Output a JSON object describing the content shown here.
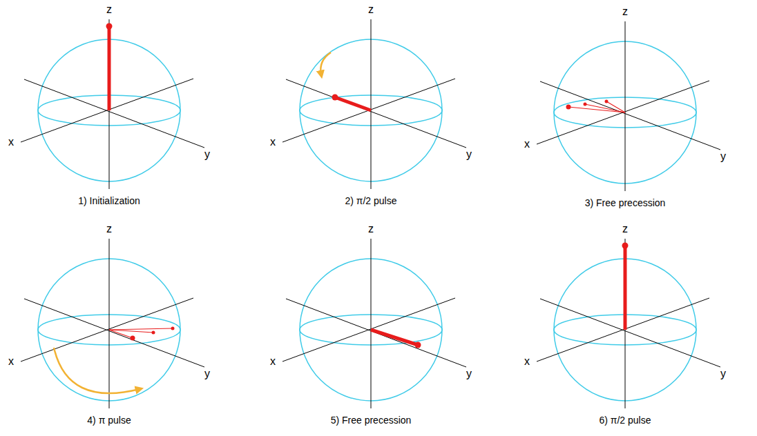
{
  "diagram": {
    "labels": [
      "z",
      "x",
      "y",
      "1) Initialization",
      "z",
      "x",
      "y",
      "2) π/2 pulse",
      "z",
      "x",
      "y",
      "3) Free precession",
      "z",
      "x",
      "y",
      "4) π pulse",
      "z",
      "x",
      "y",
      "5) Free precession",
      "z",
      "x",
      "y",
      "6) π/2 pulse"
    ]
  }
}
